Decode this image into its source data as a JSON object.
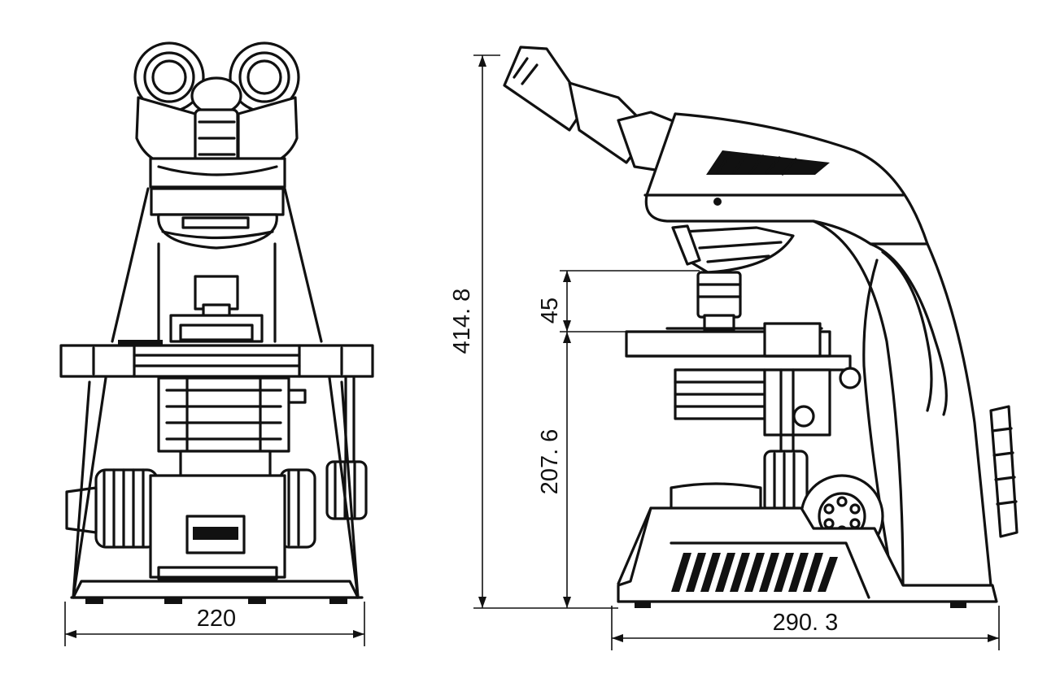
{
  "dimensions": {
    "front_width": "220",
    "side_depth": "290. 3",
    "total_height": "414. 8",
    "stage_height": "207. 6",
    "working_distance": "45"
  }
}
